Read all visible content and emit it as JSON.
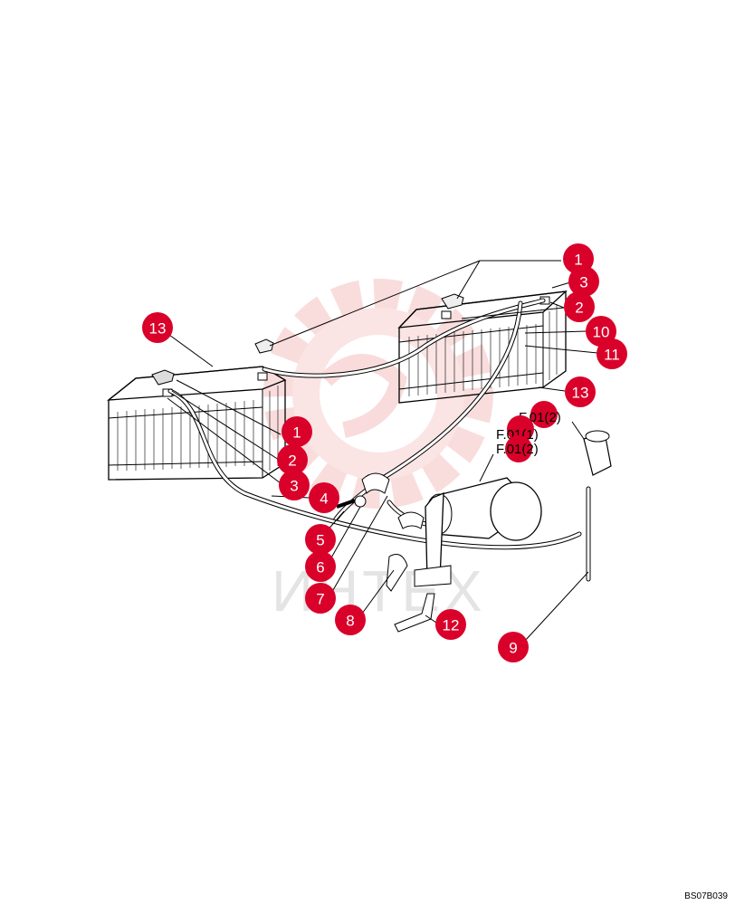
{
  "watermark": {
    "text": "ИНТЕХ"
  },
  "drawing_code": "BS07B039",
  "callouts": [
    {
      "id": "c1a",
      "label": "1"
    },
    {
      "id": "c3a",
      "label": "3"
    },
    {
      "id": "c2a",
      "label": "2"
    },
    {
      "id": "c10",
      "label": "10"
    },
    {
      "id": "c11",
      "label": "11"
    },
    {
      "id": "c13a",
      "label": "13"
    },
    {
      "id": "c13b",
      "label": "13"
    },
    {
      "id": "c1b",
      "label": "1"
    },
    {
      "id": "c2b",
      "label": "2"
    },
    {
      "id": "c3b",
      "label": "3"
    },
    {
      "id": "c4",
      "label": "4"
    },
    {
      "id": "c5",
      "label": "5"
    },
    {
      "id": "c6",
      "label": "6"
    },
    {
      "id": "c7",
      "label": "7"
    },
    {
      "id": "c8",
      "label": "8"
    },
    {
      "id": "c12",
      "label": "12"
    },
    {
      "id": "c9",
      "label": "9"
    }
  ],
  "references": [
    {
      "text": "F.01(2)",
      "dot_label": "01"
    },
    {
      "text": "F.01(1)",
      "dot_label": "01"
    },
    {
      "text": "F.01(2)",
      "dot_label": "01"
    }
  ],
  "colors": {
    "callout": "#d9002a",
    "watermark": "#f2c6c6"
  }
}
